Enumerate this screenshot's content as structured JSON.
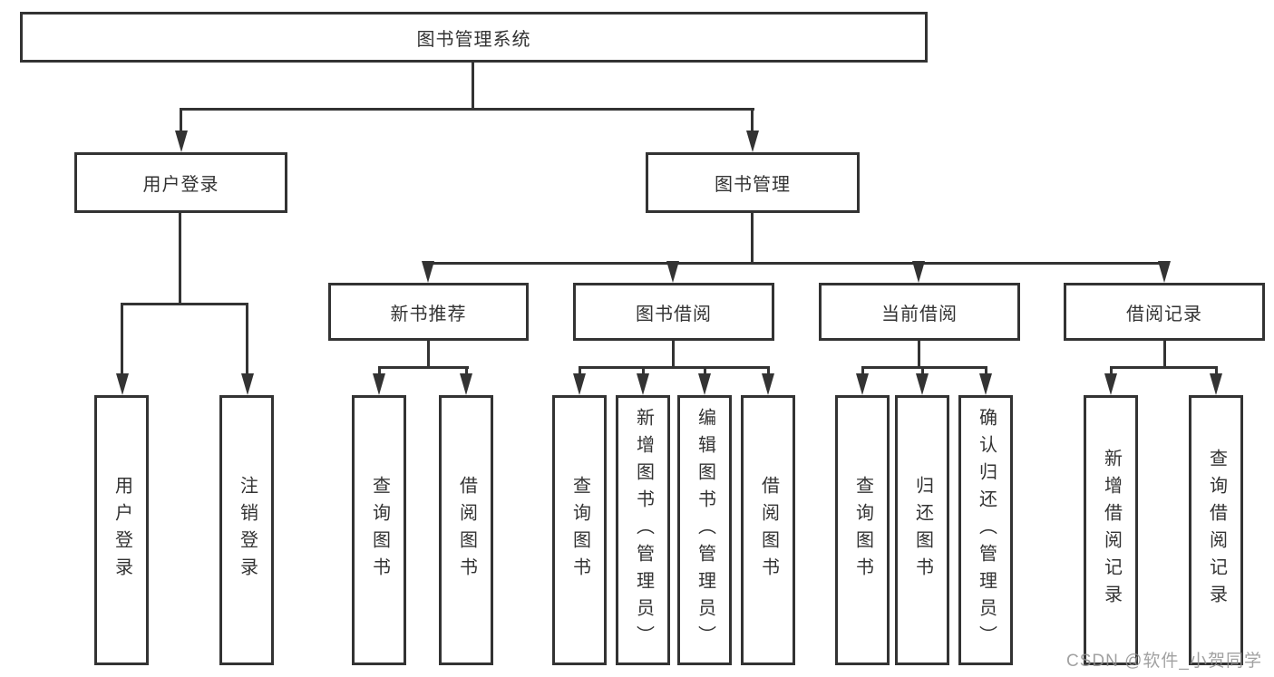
{
  "tree": {
    "label": "图书管理系统",
    "children": [
      {
        "label": "用户登录",
        "children": [
          {
            "label": "用户登录"
          },
          {
            "label": "注销登录"
          }
        ]
      },
      {
        "label": "图书管理",
        "children": [
          {
            "label": "新书推荐",
            "children": [
              {
                "label": "查询图书"
              },
              {
                "label": "借阅图书"
              }
            ]
          },
          {
            "label": "图书借阅",
            "children": [
              {
                "label": "查询图书"
              },
              {
                "label": "新增图书（管理员）"
              },
              {
                "label": "编辑图书（管理员）"
              },
              {
                "label": "借阅图书"
              }
            ]
          },
          {
            "label": "当前借阅",
            "children": [
              {
                "label": "查询图书"
              },
              {
                "label": "归还图书"
              },
              {
                "label": "确认归还（管理员）"
              }
            ]
          },
          {
            "label": "借阅记录",
            "children": [
              {
                "label": "新增借阅记录"
              },
              {
                "label": "查询借阅记录"
              }
            ]
          }
        ]
      }
    ]
  },
  "watermark": "CSDN @软件_小贺同学",
  "colors": {
    "line": "#333333",
    "text": "#333333",
    "watermark": "#919191",
    "background": "#ffffff"
  }
}
